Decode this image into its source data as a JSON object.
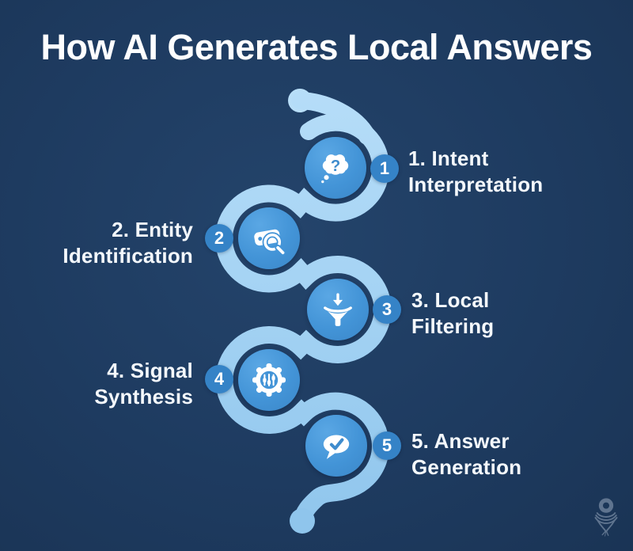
{
  "title": "How AI Generates Local Answers",
  "steps": [
    {
      "number": "1",
      "label_line1": "1. Intent",
      "label_line2": "Interpretation",
      "icon": "thought-cloud-question-icon",
      "side": "right"
    },
    {
      "number": "2",
      "label_line1": "2. Entity",
      "label_line2": "Identification",
      "icon": "tag-magnifier-icon",
      "side": "left"
    },
    {
      "number": "3",
      "label_line1": "3. Local",
      "label_line2": "Filtering",
      "icon": "funnel-arrow-icon",
      "side": "right"
    },
    {
      "number": "4",
      "label_line1": "4. Signal",
      "label_line2": "Synthesis",
      "icon": "gear-sliders-icon",
      "side": "left"
    },
    {
      "number": "5",
      "label_line1": "5. Answer",
      "label_line2": "Generation",
      "icon": "chat-check-icon",
      "side": "right"
    }
  ],
  "colors": {
    "background": "#1e3b60",
    "path_light_blue": "#a6d3f2",
    "node_blue": "#4394d7",
    "badge_blue": "#3583c7",
    "text": "#ffffff"
  },
  "watermark": {
    "icon": "feather-pin-logo"
  }
}
